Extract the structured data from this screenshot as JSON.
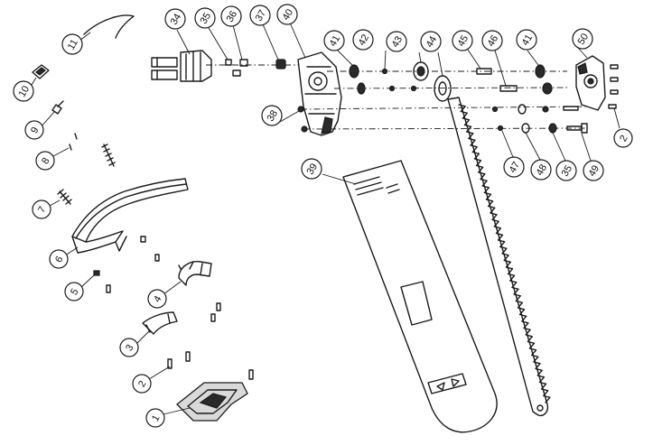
{
  "labels": {
    "p1": "1",
    "p2a": "2",
    "p2b": "2",
    "p3": "3",
    "p4": "4",
    "p5": "5",
    "p6": "6",
    "p7": "7",
    "p8": "8",
    "p9": "9",
    "p10": "10",
    "p11": "11",
    "p34": "34",
    "p35a": "35",
    "p35b": "35",
    "p36": "36",
    "p37": "37",
    "p38": "38",
    "p39": "39",
    "p40": "40",
    "p41a": "41",
    "p41b": "41",
    "p42": "42",
    "p43": "43",
    "p44": "44",
    "p45": "45",
    "p46": "46",
    "p47": "47",
    "p48": "48",
    "p49": "49",
    "p50": "50"
  }
}
